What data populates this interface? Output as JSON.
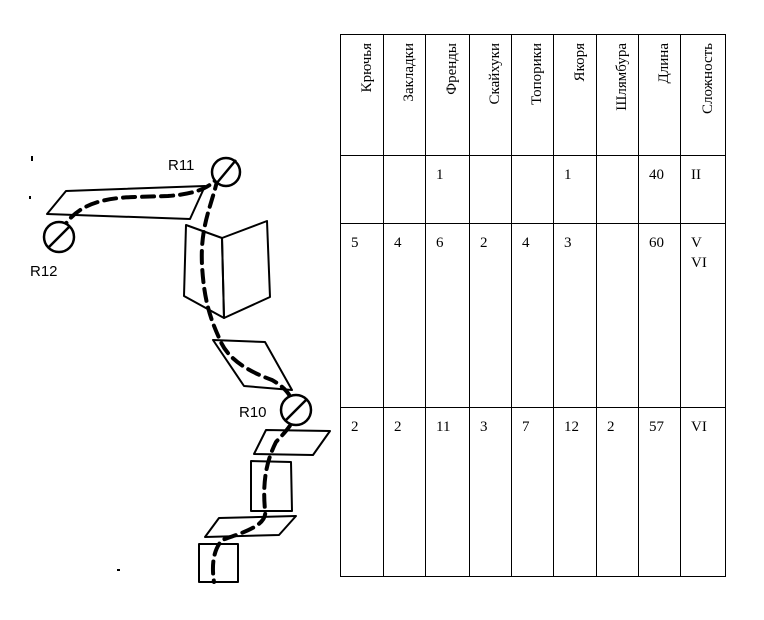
{
  "topo": {
    "stations": [
      {
        "id": "r11",
        "label": "R11"
      },
      {
        "id": "r12",
        "label": "R12"
      },
      {
        "id": "r10",
        "label": "R10"
      }
    ]
  },
  "table": {
    "headers": [
      "Крючья",
      "Закладки",
      "Френды",
      "Скайхуки",
      "Топорики",
      "Якоря",
      "Шлямбура",
      "Длина",
      "Сложность"
    ],
    "rows": [
      [
        "",
        "",
        "1",
        "",
        "",
        "1",
        "",
        "40",
        "II"
      ],
      [
        "5",
        "4",
        "6",
        "2",
        "4",
        "3",
        "",
        "60",
        "V\nVI"
      ],
      [
        "2",
        "2",
        "11",
        "3",
        "7",
        "12",
        "2",
        "57",
        "VI"
      ]
    ]
  }
}
